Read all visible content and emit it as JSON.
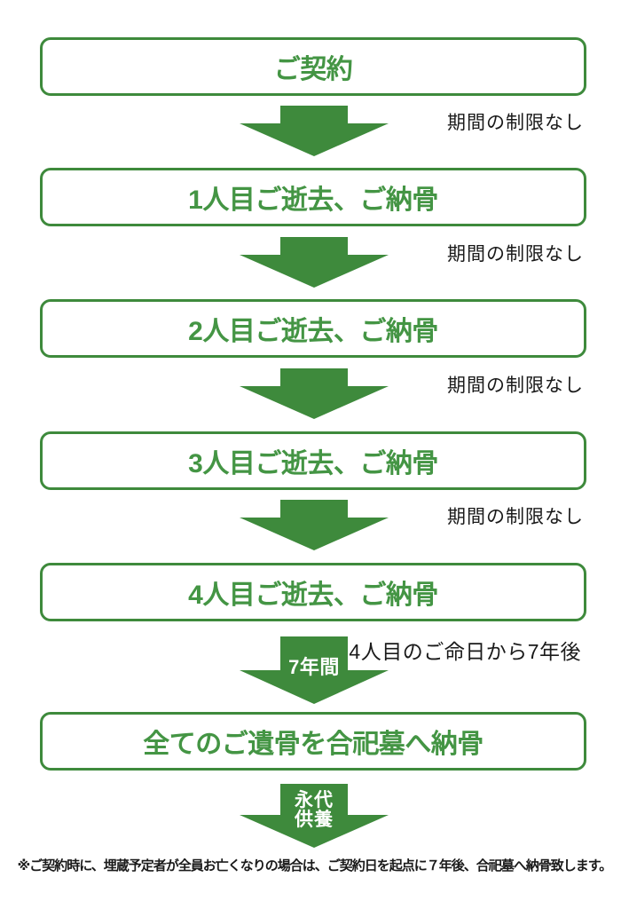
{
  "colors": {
    "green": "#3e8a3c",
    "green_text": "#449544",
    "ink": "#1a1a1a",
    "paper": "#ffffff"
  },
  "flow": {
    "boxes": [
      "ご契約",
      "1人目ご逝去、ご納骨",
      "2人目ご逝去、ご納骨",
      "3人目ご逝去、ご納骨",
      "4人目ご逝去、ご納骨",
      "全てのご遺骨を合祀墓へ納骨"
    ],
    "arrows": [
      {
        "icon": "down-arrow-icon",
        "note": "期間の制限なし"
      },
      {
        "icon": "down-arrow-icon",
        "note": "期間の制限なし"
      },
      {
        "icon": "down-arrow-icon",
        "note": "期間の制限なし"
      },
      {
        "icon": "down-arrow-icon",
        "note": "期間の制限なし"
      },
      {
        "icon": "down-arrow-icon",
        "label": "7年間",
        "note": "4人目のご命日から7年後"
      },
      {
        "icon": "down-arrow-icon",
        "label_line1": "永代",
        "label_line2": "供養"
      }
    ],
    "footnote": "※ご契約時に、埋蔵予定者が全員お亡くなりの場合は、ご契約日を起点に７年後、合祀墓へ納骨致します。"
  }
}
